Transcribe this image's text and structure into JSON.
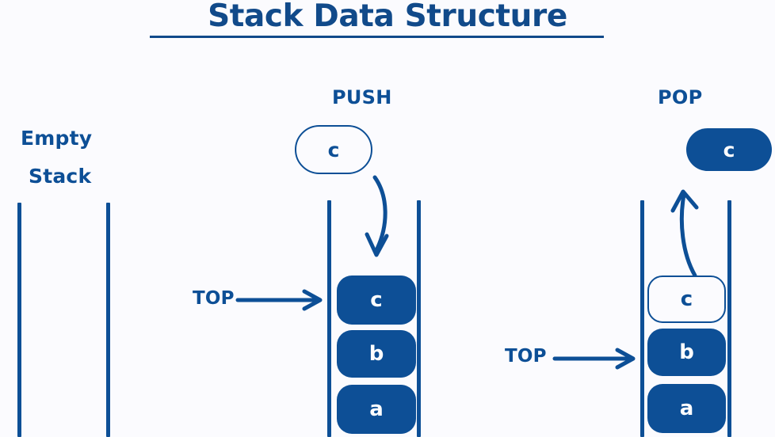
{
  "page": {
    "title": "Stack Data Structure",
    "background_color": "#fbfbfe",
    "accent_color": "#0d4f96",
    "title_color": "#114a8a"
  },
  "empty_stack": {
    "label_line1": "Empty",
    "label_line2": "Stack",
    "items": []
  },
  "push_section": {
    "heading": "PUSH",
    "top_pointer_label": "TOP",
    "incoming_element": "c",
    "incoming_element_style": "outline",
    "cells": [
      {
        "value": "c",
        "style": "filled",
        "is_top": true
      },
      {
        "value": "b",
        "style": "filled",
        "is_top": false
      },
      {
        "value": "a",
        "style": "filled",
        "is_top": false
      }
    ]
  },
  "pop_section": {
    "heading": "POP",
    "top_pointer_label": "TOP",
    "outgoing_element": "c",
    "outgoing_element_style": "filled",
    "cells": [
      {
        "value": "c",
        "style": "outline",
        "is_top": false
      },
      {
        "value": "b",
        "style": "filled",
        "is_top": true
      },
      {
        "value": "a",
        "style": "filled",
        "is_top": false
      }
    ]
  }
}
